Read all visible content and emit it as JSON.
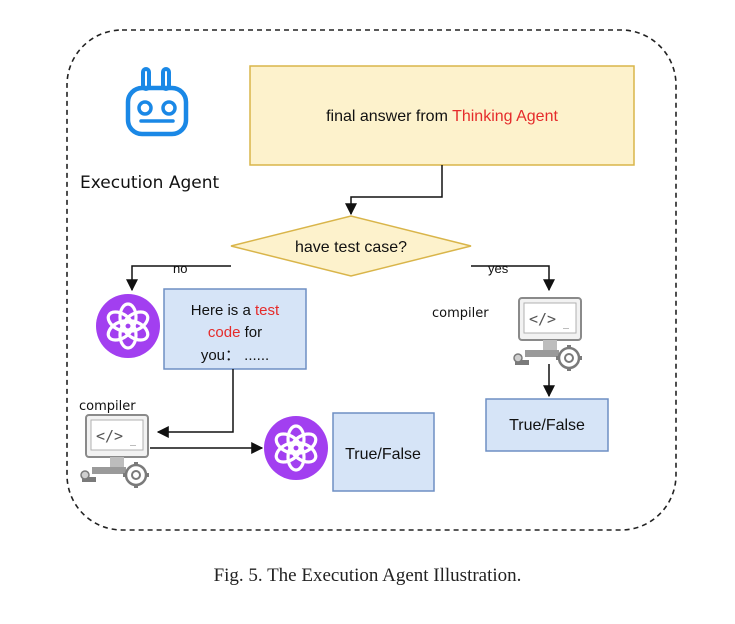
{
  "agent": {
    "name": "Execution Agent",
    "icon": "robot-icon",
    "color": "#1a88e6"
  },
  "final_answer": {
    "prefix": "final answer from ",
    "highlight": "Thinking Agent",
    "fill": "#fdf2cc",
    "border": "#d9b54a"
  },
  "decision": {
    "label": "have test case?",
    "fill": "#fdf2cc"
  },
  "branches": {
    "no": "no",
    "yes": "yes"
  },
  "llm_message": {
    "line1_a": "Here is a ",
    "line1_b": "test",
    "line2_a": "code",
    "line2_b": " for",
    "line3": "you： ......",
    "icon": "openai-logo-icon",
    "icon_color": "#a23ff0"
  },
  "compilers": {
    "left_label": "compiler",
    "right_label": "compiler",
    "icon": "computer-code-icon"
  },
  "results": {
    "left": "True/False",
    "right": "True/False",
    "fill": "#d6e4f7"
  },
  "caption": "Fig. 5.  The Execution Agent Illustration.",
  "colors": {
    "highlight_red": "#e52b2b",
    "box_blue_border": "#6e8fc4"
  }
}
